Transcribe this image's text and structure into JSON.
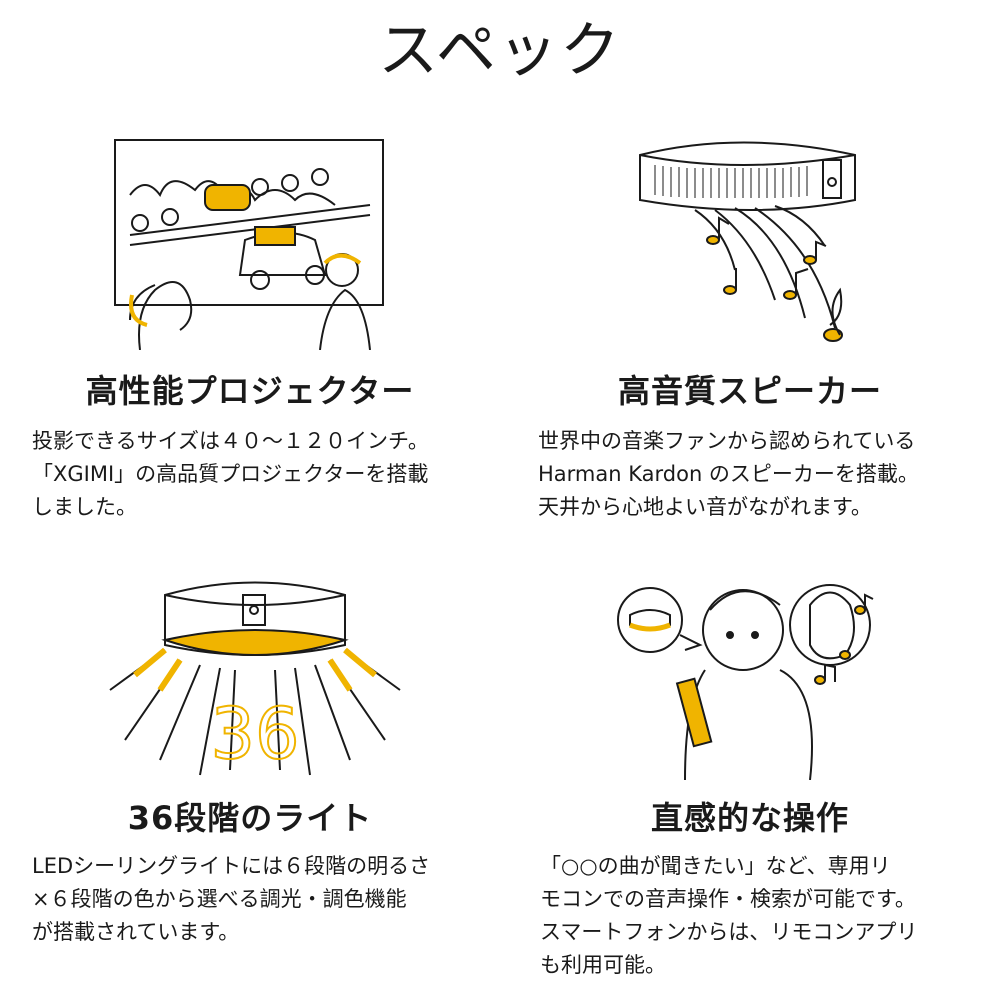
{
  "page": {
    "title": "スペック"
  },
  "colors": {
    "accent": "#f0b400",
    "ink": "#1a1a1a"
  },
  "features": [
    {
      "heading": "高性能プロジェクター",
      "illustration": "projection-screen-with-viewers",
      "lines": [
        "投影できるサイズは４０～１２０インチ。",
        "「XGIMI」の高品質プロジェクターを搭載",
        "しました。"
      ]
    },
    {
      "heading": "高音質スピーカー",
      "illustration": "ceiling-speaker-with-music-notes",
      "lines": [
        "世界中の音楽ファンから認められている",
        "Harman Kardon のスピーカーを搭載。",
        "天井から心地よい音がながれます。"
      ]
    },
    {
      "heading": "36段階のライト",
      "illustration": "ceiling-light-with-rays",
      "illustration_text": "36",
      "lines": [
        "LEDシーリングライトには６段階の明るさ",
        "×６段階の色から選べる調光・調色機能",
        "が搭載されています。"
      ]
    },
    {
      "heading": "直感的な操作",
      "illustration": "person-using-voice-remote",
      "lines": [
        "「○○の曲が聞きたい」など、専用リ",
        "モコンでの音声操作・検索が可能です。",
        "スマートフォンからは、リモコンアプリ",
        "も利用可能。"
      ]
    }
  ]
}
